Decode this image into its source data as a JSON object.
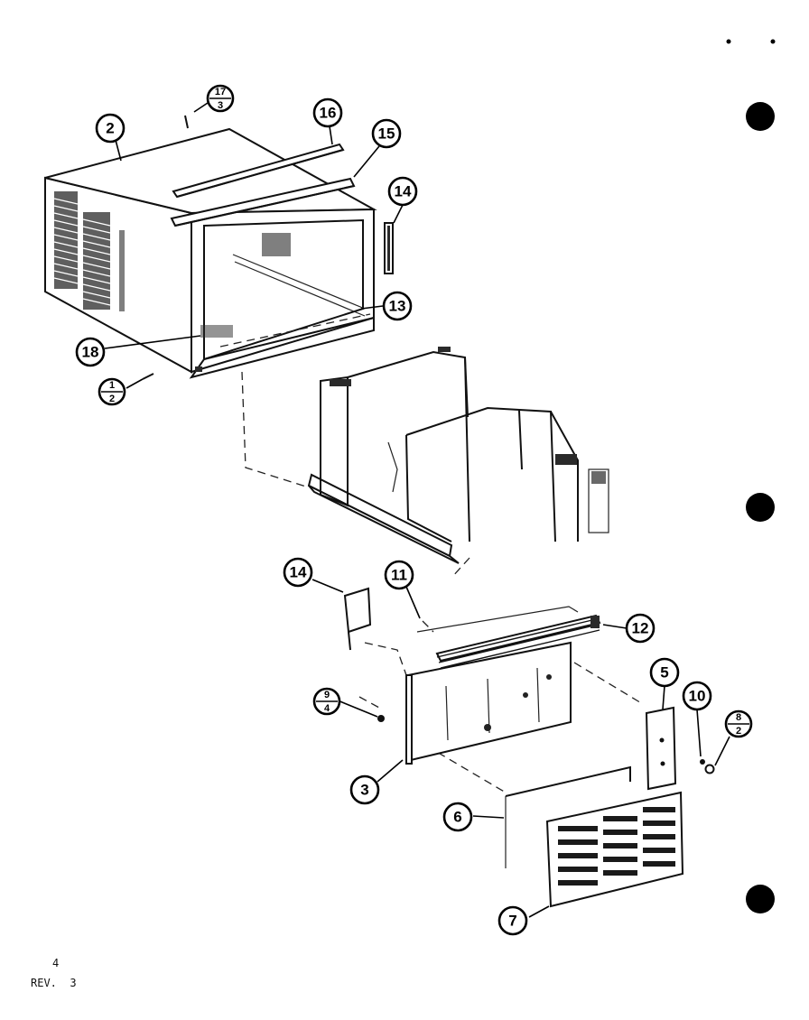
{
  "diagram": {
    "callouts": [
      {
        "id": "c2",
        "label": "2"
      },
      {
        "id": "c16",
        "label": "16"
      },
      {
        "id": "c15",
        "label": "15"
      },
      {
        "id": "c14a",
        "label": "14"
      },
      {
        "id": "c13",
        "label": "13"
      },
      {
        "id": "c18",
        "label": "18"
      },
      {
        "id": "c14b",
        "label": "14"
      },
      {
        "id": "c11",
        "label": "11"
      },
      {
        "id": "c12",
        "label": "12"
      },
      {
        "id": "c5",
        "label": "5"
      },
      {
        "id": "c10",
        "label": "10"
      },
      {
        "id": "c3",
        "label": "3"
      },
      {
        "id": "c6",
        "label": "6"
      },
      {
        "id": "c7",
        "label": "7"
      }
    ],
    "fraction_callouts": [
      {
        "id": "f17",
        "top": "17",
        "bottom": "3"
      },
      {
        "id": "f1",
        "top": "1",
        "bottom": "2"
      },
      {
        "id": "f9",
        "top": "9",
        "bottom": "4"
      },
      {
        "id": "f8",
        "top": "8",
        "bottom": "2"
      }
    ]
  },
  "footer": {
    "page_number": "4",
    "revision": "REV.  3"
  }
}
